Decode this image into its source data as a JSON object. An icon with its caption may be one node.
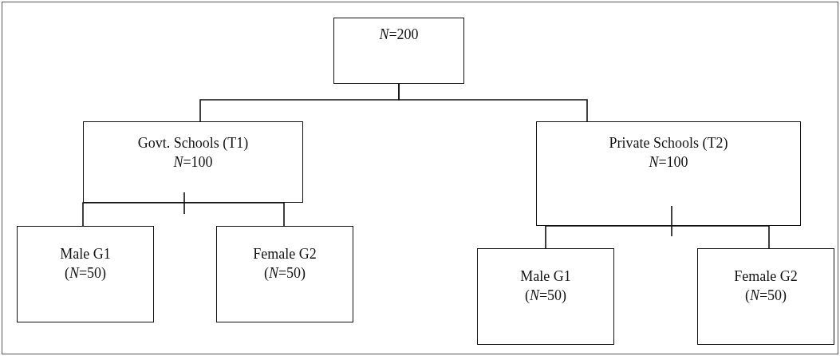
{
  "diagram": {
    "nodes": [
      {
        "text": [
          "*N*=200"
        ]
      },
      {
        "text": [
          "Govt. Schools (T1)",
          "*N*=100"
        ]
      },
      {
        "text": [
          "Private Schools (T2)",
          "*N*=100"
        ]
      },
      {
        "text": [
          "Male G1",
          "(*N*=50)"
        ]
      },
      {
        "text": [
          "Female G2",
          "(*N*=50)"
        ]
      },
      {
        "text": [
          "Male G1",
          "(*N*=50)"
        ]
      },
      {
        "text": [
          "Female G2",
          "(*N*=50)"
        ]
      }
    ],
    "edges": [
      {
        "from": 0,
        "to": 1,
        "arrow": "none"
      },
      {
        "from": 0,
        "to": 2,
        "arrow": "none"
      },
      {
        "from": 1,
        "to": 3,
        "arrow": "none"
      },
      {
        "from": 1,
        "to": 4,
        "arrow": "none"
      },
      {
        "from": 2,
        "to": 5,
        "arrow": "none"
      },
      {
        "from": 2,
        "to": 6,
        "arrow": "none"
      }
    ]
  }
}
